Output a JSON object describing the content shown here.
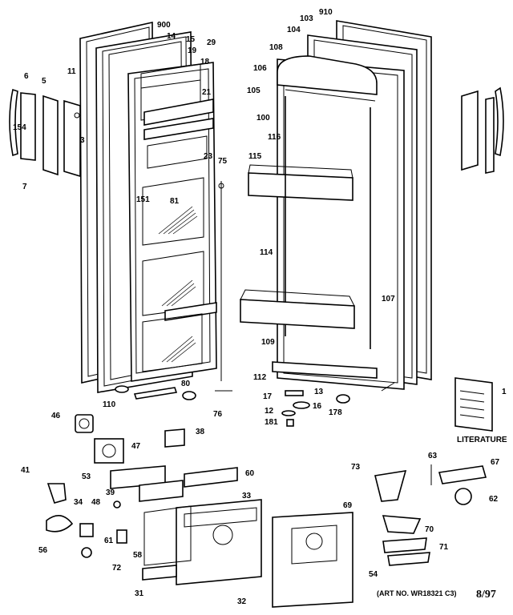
{
  "labels": [
    "900",
    "910",
    "14",
    "15",
    "29",
    "19",
    "18",
    "103",
    "104",
    "108",
    "106",
    "105",
    "6",
    "5",
    "11",
    "154",
    "3",
    "7",
    "21",
    "23",
    "75",
    "151",
    "81",
    "100",
    "116",
    "115",
    "114",
    "107",
    "109",
    "112",
    "110",
    "80",
    "76",
    "17",
    "13",
    "12",
    "16",
    "181",
    "178",
    "46",
    "47",
    "38",
    "41",
    "34",
    "56",
    "53",
    "39",
    "48",
    "61",
    "72",
    "58",
    "31",
    "32",
    "33",
    "60",
    "73",
    "63",
    "67",
    "62",
    "69",
    "70",
    "71",
    "54",
    "1"
  ],
  "literature_label": "LITERATURE",
  "art_no": "(ART NO. WR18321 C3)",
  "date_code": "8/97"
}
